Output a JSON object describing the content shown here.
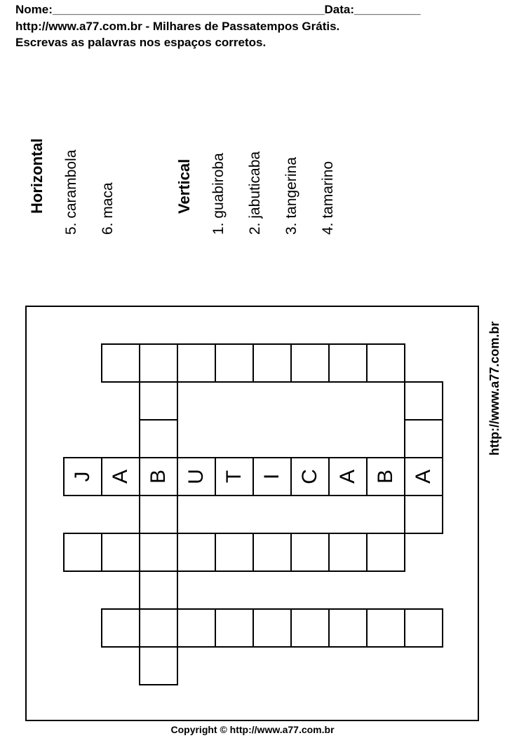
{
  "header": {
    "line1": "Nome:_________________________________________Data:__________",
    "line2": "http://www.a77.com.br - Milhares de Passatempos Grátis.",
    "line3": "Escrevas as palavras nos espaços corretos."
  },
  "clues": {
    "horizontal_title": "Horizontal",
    "horizontal": [
      "5. carambola",
      "6. maca"
    ],
    "vertical_title": "Vertical",
    "vertical": [
      "1. guabiroba",
      "2. jabuticaba",
      "3. tangerina",
      "4. tamarino"
    ]
  },
  "puzzle": {
    "filled_word_letters": [
      "J",
      "A",
      "B",
      "U",
      "T",
      "I",
      "C",
      "A",
      "B",
      "A"
    ]
  },
  "side_url": "http://www.a77.com.br",
  "footer": "Copyright © http://www.a77.com.br"
}
